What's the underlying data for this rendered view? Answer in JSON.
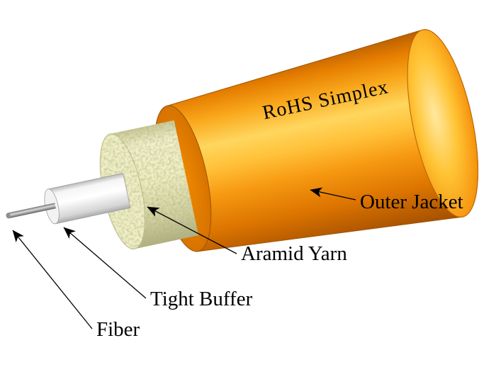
{
  "diagram": {
    "product_label": "RoHS Simplex",
    "callouts": [
      {
        "id": "outer-jacket",
        "label": "Outer Jacket"
      },
      {
        "id": "aramid-yarn",
        "label": "Aramid Yarn"
      },
      {
        "id": "tight-buffer",
        "label": "Tight Buffer"
      },
      {
        "id": "fiber",
        "label": "Fiber"
      }
    ],
    "colors": {
      "jacket_orange": "#F7941E",
      "jacket_highlight": "#FFD65E",
      "jacket_shadow": "#A44F00",
      "aramid_yarn": "#EDEDBE",
      "tight_buffer": "#FFFFFF",
      "fiber_gray": "#8F8F8F",
      "text": "#000000",
      "background": "#FFFFFF"
    }
  }
}
